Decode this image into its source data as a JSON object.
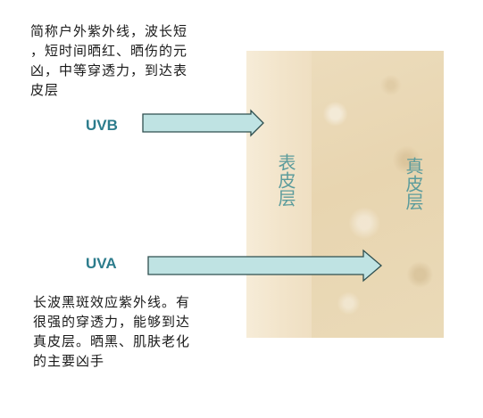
{
  "uvb": {
    "label": "UVB",
    "description": [
      "简称户外紫外线，波长短",
      "，短时间晒红、晒伤的元",
      "凶，中等穿透力，到达表",
      "皮层"
    ]
  },
  "uva": {
    "label": "UVA",
    "description": [
      "长波黑斑效应紫外线。有",
      "很强的穿透力，能够到达",
      "真皮层。晒黑、肌肤老化",
      "的主要凶手"
    ]
  },
  "layers": {
    "epidermis": "表皮层",
    "dermis": "真皮层"
  },
  "colors": {
    "arrow_fill": "#bfe3e3",
    "arrow_stroke": "#2f4f4f",
    "ray_label": "#2c7c8c",
    "layer_label": "#5c9c9c",
    "epidermis": "#f2e4ca",
    "dermis": "#e8d5b0"
  }
}
